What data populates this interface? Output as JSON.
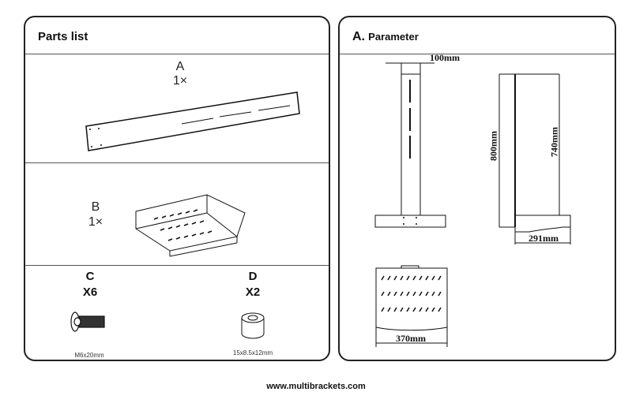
{
  "parts_list": {
    "title": "Parts list",
    "items": [
      {
        "letter": "A",
        "qty": "1×"
      },
      {
        "letter": "B",
        "qty": "1×"
      },
      {
        "letter": "C",
        "qty": "X6",
        "size": "M6x20mm"
      },
      {
        "letter": "D",
        "qty": "X2",
        "size": "15x8.5x12mm"
      }
    ]
  },
  "parameter": {
    "prefix": "A.",
    "title": "Parameter",
    "dims": {
      "width": "100mm",
      "height": "800mm",
      "inner_height": "740mm",
      "depth": "291mm",
      "shelf_width": "370mm"
    }
  },
  "footer": "www.multibrackets.com"
}
